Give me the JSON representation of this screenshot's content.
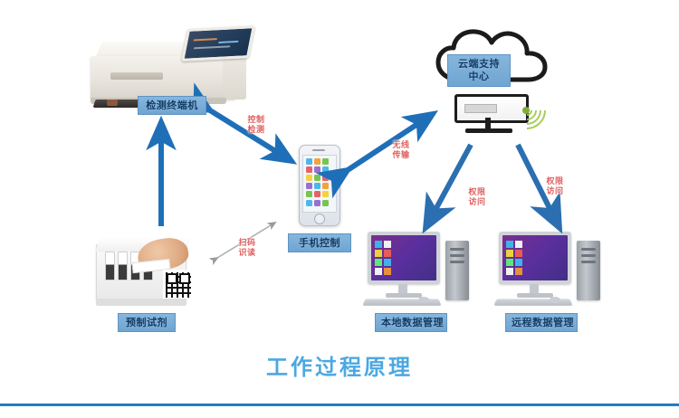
{
  "diagram": {
    "title": "工作过程原理",
    "title_color": "#43a4e0",
    "node_label_color": "#6fa5d2",
    "arrow_color": "#1f6fb8",
    "caption_color": "#e0605f",
    "nodes": [
      {
        "id": "analyzer",
        "label": "检测终端机",
        "icon": "benchtop-analyzer-icon"
      },
      {
        "id": "cloud",
        "label": "云端支持中心",
        "icon": "cloud-server-icon"
      },
      {
        "id": "phone",
        "label": "手机控制",
        "icon": "smartphone-icon"
      },
      {
        "id": "reagent",
        "label": "预制试剂",
        "icon": "reagent-kit-icon"
      },
      {
        "id": "pc_local",
        "label": "本地数据管理",
        "icon": "desktop-computer-icon"
      },
      {
        "id": "pc_remote",
        "label": "远程数据管理",
        "icon": "desktop-computer-icon"
      }
    ],
    "connections": [
      {
        "id": "control_detect",
        "from": "phone",
        "to": "analyzer",
        "line1": "控制",
        "line2": "检测"
      },
      {
        "id": "wireless",
        "from": "phone",
        "to": "cloud",
        "line1": "无线",
        "line2": "传输"
      },
      {
        "id": "scan_read",
        "from": "reagent",
        "to": "phone",
        "line1": "扫码",
        "line2": "识读"
      },
      {
        "id": "access_local",
        "from": "cloud",
        "to": "pc_local",
        "line1": "权限",
        "line2": "访问"
      },
      {
        "id": "access_remote",
        "from": "cloud",
        "to": "pc_remote",
        "line1": "权限",
        "line2": "访问"
      },
      {
        "id": "reagent_feed",
        "from": "reagent",
        "to": "analyzer",
        "line1": "",
        "line2": ""
      }
    ]
  }
}
